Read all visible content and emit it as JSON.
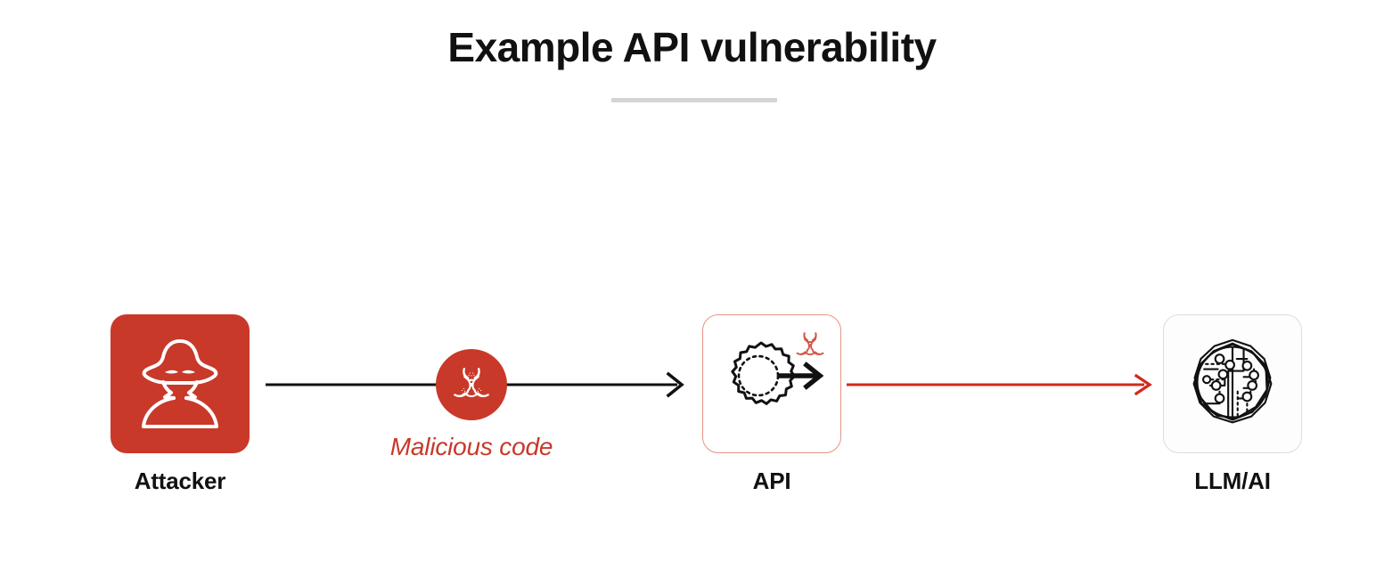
{
  "page": {
    "title": "Example API vulnerability",
    "background_color": "#ffffff",
    "divider_color": "#d4d4d4"
  },
  "colors": {
    "brand_red": "#c8392a",
    "api_border": "#e59383",
    "llm_border": "#dcdcdc",
    "arrow_black": "#111111",
    "arrow_red": "#d3291c",
    "text_dark": "#111111"
  },
  "diagram": {
    "nodes": [
      {
        "id": "attacker",
        "label": "Attacker",
        "icon": "hacker-icon",
        "box_fill": "#c8392a",
        "icon_color": "#ffffff"
      },
      {
        "id": "api",
        "label": "API",
        "icon": "gear-arrow-icon",
        "badge_icon": "biohazard-icon",
        "box_fill": "#ffffff",
        "icon_color": "#111111"
      },
      {
        "id": "llm",
        "label": "LLM/AI",
        "icon": "ai-circuit-brain-icon",
        "box_fill": "#fdfdfd",
        "icon_color": "#111111"
      }
    ],
    "connectors": [
      {
        "id": "attacker-api",
        "from": "attacker",
        "to": "api",
        "color": "#111111",
        "annotation": "Malicious code",
        "annotation_color": "#c8392a",
        "badge_icon": "biohazard-icon"
      },
      {
        "id": "api-llm",
        "from": "api",
        "to": "llm",
        "color": "#d3291c",
        "annotation": ""
      }
    ]
  }
}
